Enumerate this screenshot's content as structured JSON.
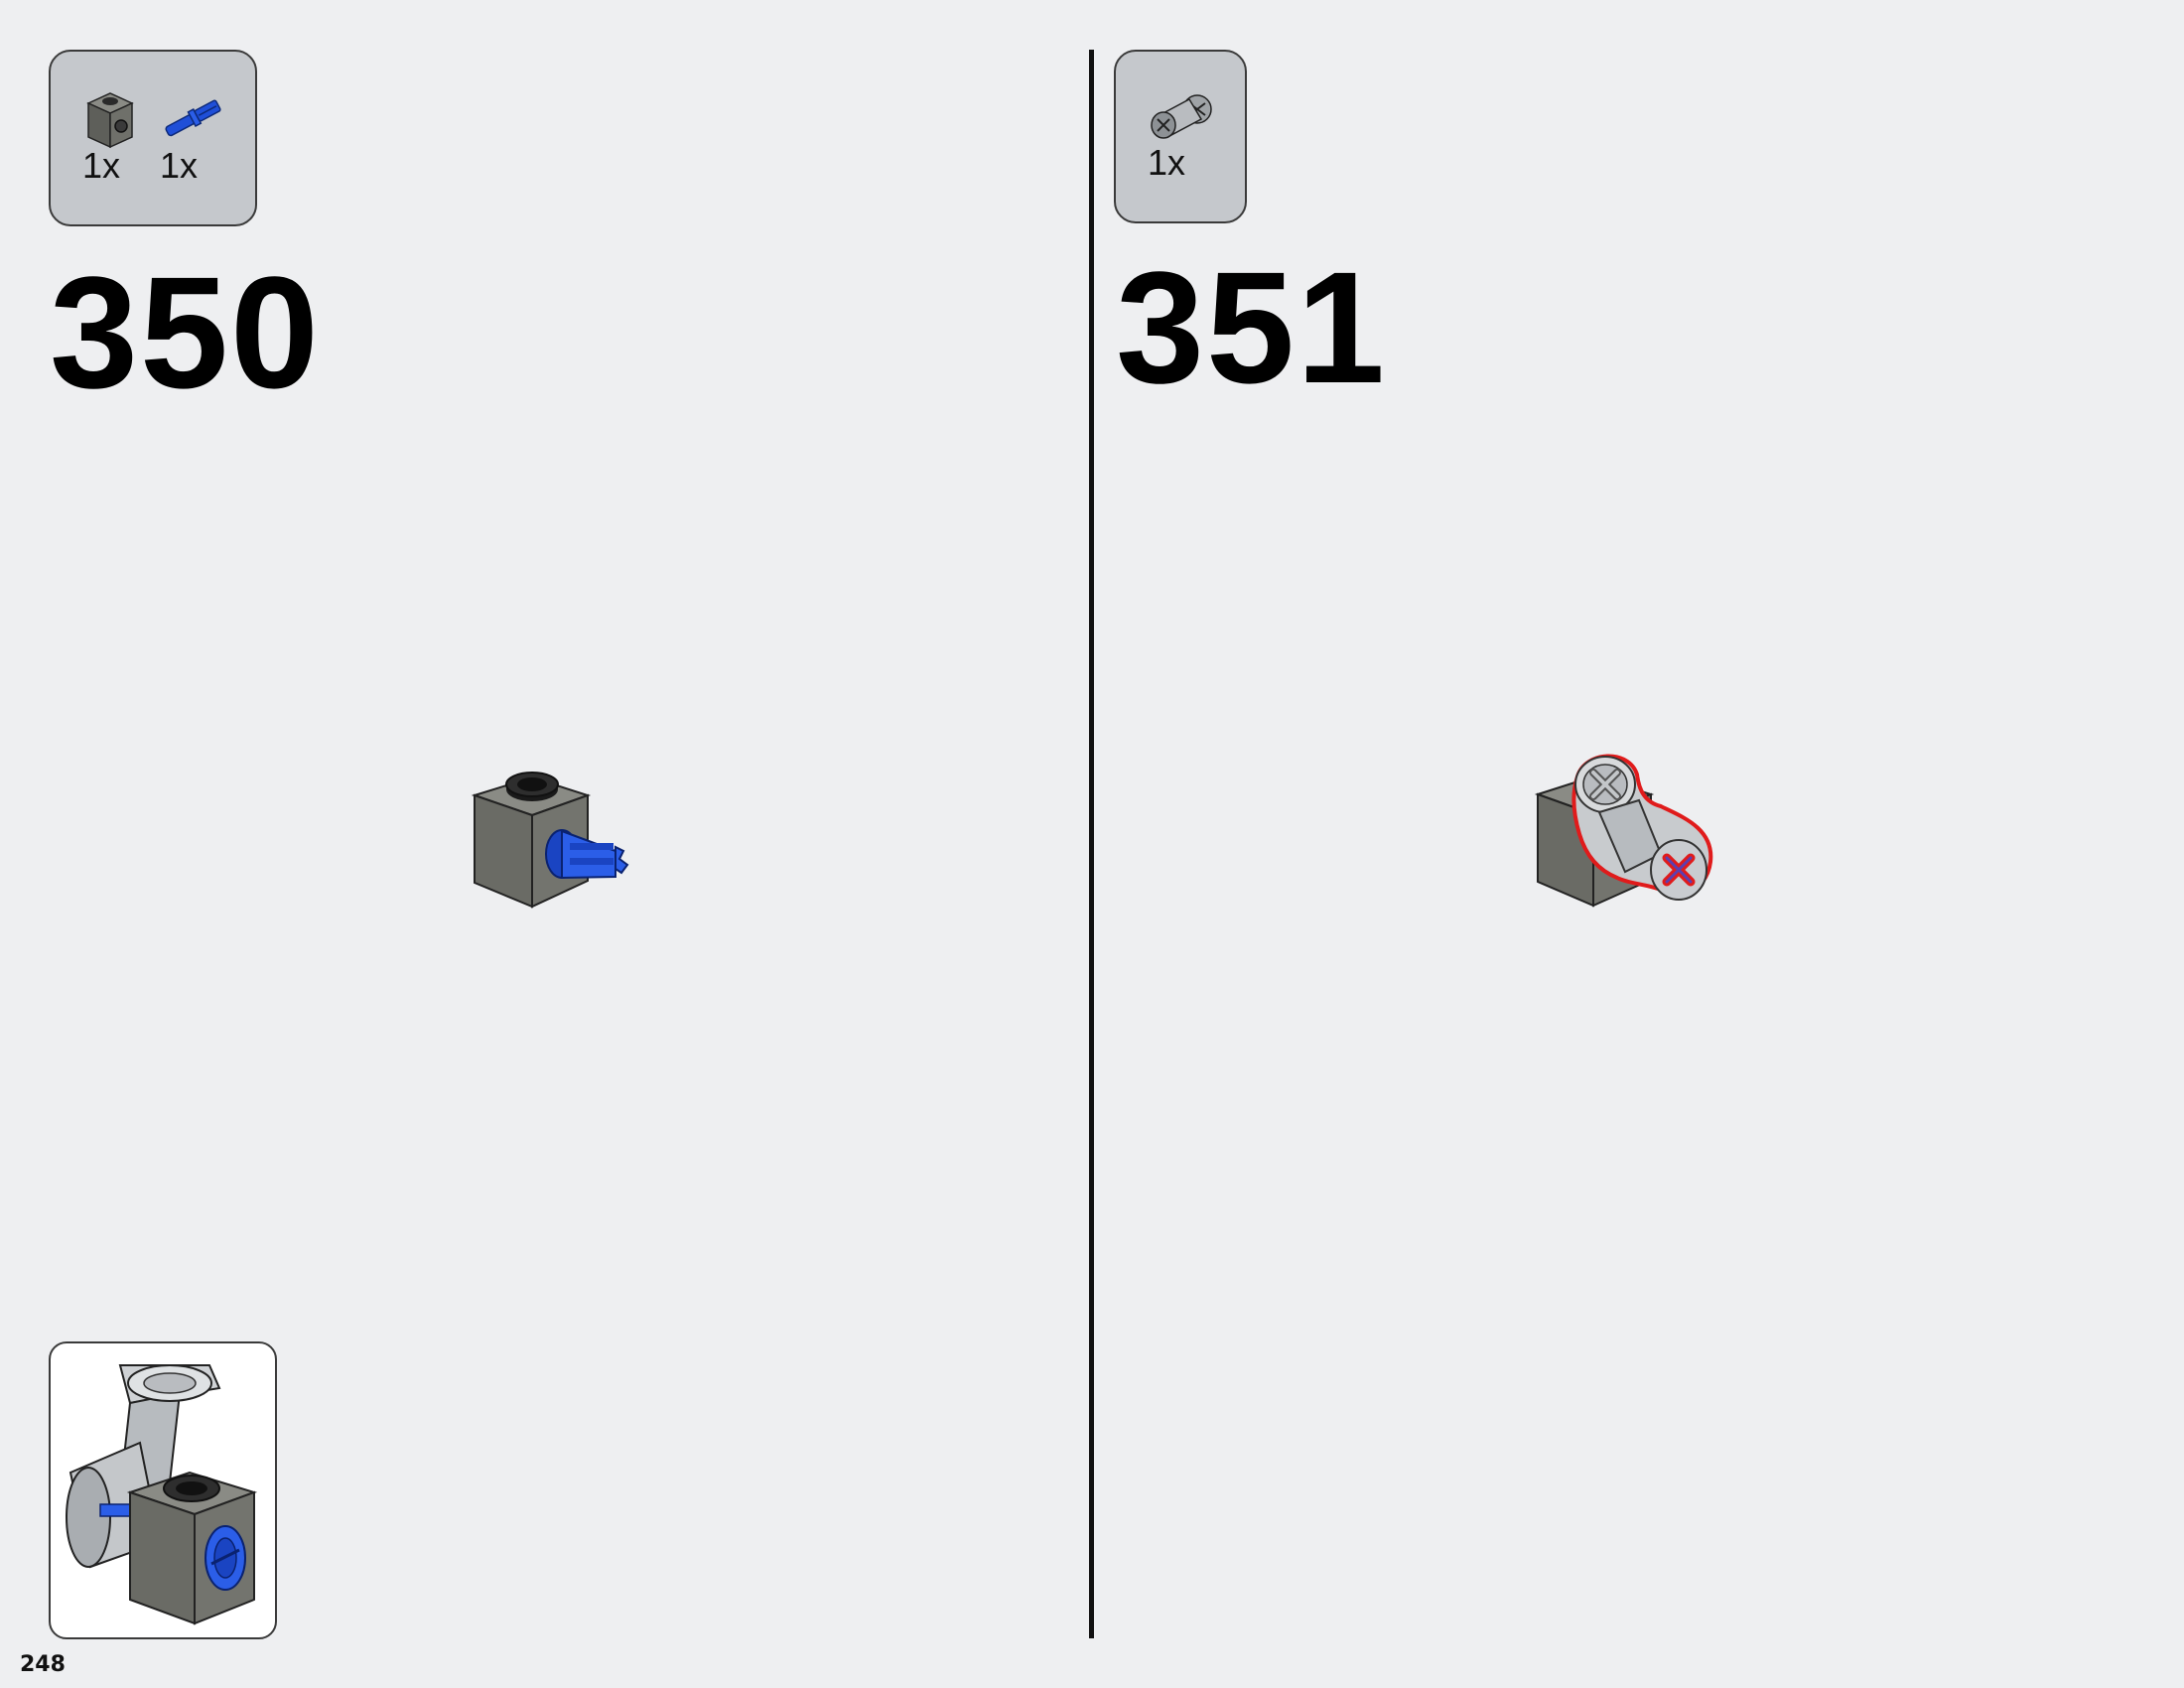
{
  "page": {
    "number": "248"
  },
  "steps": [
    {
      "number": "350",
      "parts": [
        {
          "icon": "technic-brick-1x1-with-hole-icon",
          "quantity": "1x",
          "color": "#6f706a"
        },
        {
          "icon": "technic-axle-pin-icon",
          "quantity": "1x",
          "color": "#1f4fd8"
        }
      ]
    },
    {
      "number": "351",
      "parts": [
        {
          "icon": "technic-angle-connector-icon",
          "quantity": "1x",
          "color": "#b9bcc0"
        }
      ]
    }
  ],
  "colors": {
    "background": "#eeeff1",
    "parts_box": "#c5c8cc",
    "highlight_outline": "#e01b1b",
    "brick_gray": "#6f706a",
    "axle_blue": "#1f4fd8"
  }
}
